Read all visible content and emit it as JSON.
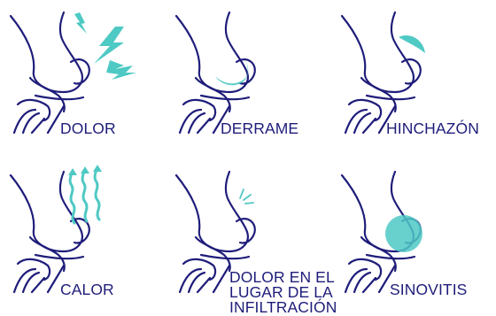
{
  "colors": {
    "outline": "#1f1d7a",
    "accent": "#4fc9c4",
    "background": "#ffffff"
  },
  "panels": [
    {
      "label": "DOLOR",
      "icon": "lightning-bolts-icon"
    },
    {
      "label": "DERRAME",
      "icon": "effusion-icon"
    },
    {
      "label": "HINCHAZÓN",
      "icon": "swelling-icon"
    },
    {
      "label": "CALOR",
      "icon": "heat-waves-icon"
    },
    {
      "label": "DOLOR EN EL\nLUGAR DE LA\nINFILTRACIÓN",
      "icon": "injection-site-icon"
    },
    {
      "label": "SINOVITIS",
      "icon": "synovitis-icon"
    }
  ]
}
